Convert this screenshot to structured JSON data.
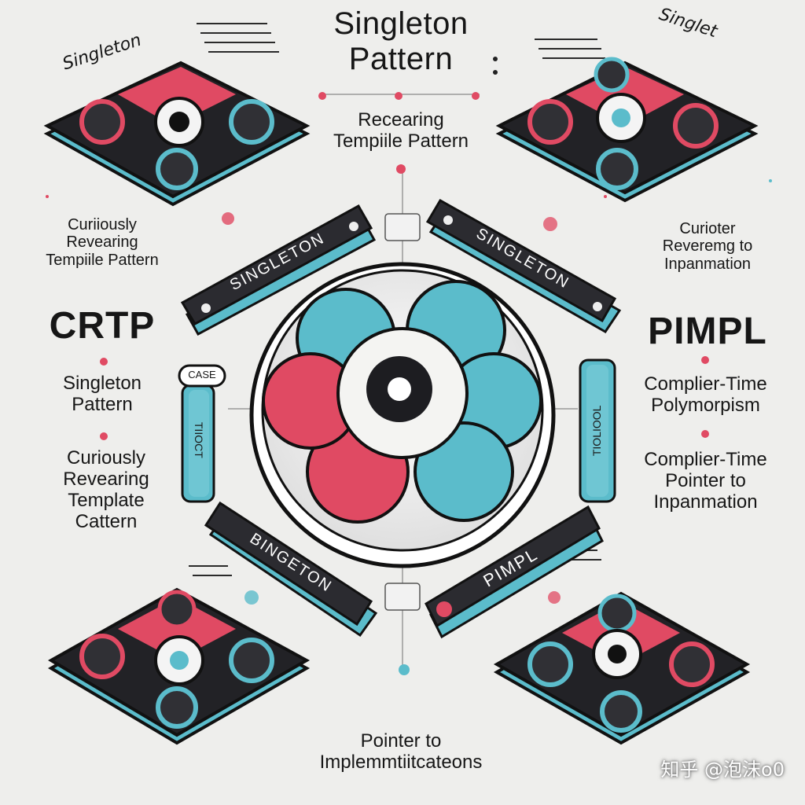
{
  "title": "Singleton\nPattern",
  "subtitle": "Recearing\nTempiile Pattern",
  "corner_labels": {
    "top_left": "Singleton",
    "top_right": "Singlet"
  },
  "left_column": {
    "label_1": "Curiiously\nRevearing\nTempiile Pattern",
    "heading": "CRTP",
    "label_2": "Singleton\nPattern",
    "label_3": "Curiously\nRevearing\nTemplate\nCattern"
  },
  "right_column": {
    "label_1": "Curioter\nReveremg to\nInpanmation",
    "heading": "PIMPL",
    "label_2": "Complier-Time\nPolymorpism",
    "label_3": "Complier-Time\nPointer to\nInpanmation"
  },
  "bars": {
    "top_left": "SINGLETON",
    "top_right": "SINGLETON",
    "bottom_left": "BINGETON",
    "bottom_right": "PIMPL",
    "left_vertical": "TIIOCT",
    "right_vertical": "TIOLIOOL",
    "left_tag": "CASE"
  },
  "bottom_label": "Pointer to\nImplemmtiitcateons",
  "watermark": "知乎 @泡沫o0",
  "colors": {
    "cyan": "#5bbccb",
    "red": "#e04a63",
    "dark": "#232327",
    "background": "#eeeeec"
  }
}
